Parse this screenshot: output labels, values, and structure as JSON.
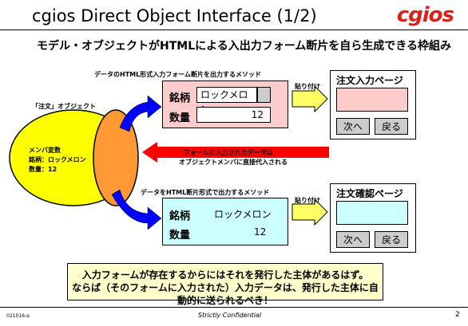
{
  "header": {
    "title": "cgios Direct Object Interface (1/2)",
    "logo": "cgios",
    "subtitle": "モデル・オブジェクトがHTMLによる入出力フォーム断片を自ら生成できる枠組み"
  },
  "object": {
    "caption": "「注文」オブジェクト",
    "line1": "メンバ変数",
    "line2": "銘柄：ロックメロン",
    "line3": "数量：12"
  },
  "input_form": {
    "caption": "データのHTML形式入力フォーム断片を出力するメソッド",
    "field1_label": "銘柄",
    "field1_value": "ロックメロン",
    "field2_label": "数量",
    "field2_value": "12"
  },
  "output_form": {
    "caption": "データをHTML断片形式で出力するメソッド",
    "field1_label": "銘柄",
    "field1_value": "ロックメロン",
    "field2_label": "数量",
    "field2_value": "12"
  },
  "paste1": "貼り付け",
  "paste2": "貼り付け",
  "back_arrow": {
    "line1": "フォームに入力されたデータは",
    "line2": "オブジェクトメンバに直接代入される"
  },
  "order_page": {
    "title": "注文入力ページ",
    "next": "次へ",
    "back": "戻る"
  },
  "confirm_page": {
    "title": "注文確認ページ",
    "next": "次へ",
    "back": "戻る"
  },
  "note": {
    "line1": "入力フォームが存在するからにはそれを発行した主体があるはず。",
    "line2": "ならば（そのフォームに入力された）入力データは、発行した主体に自動的に送られるべき！"
  },
  "footer": {
    "left": "021016-a",
    "center": "Strictly Confidential",
    "page": "2"
  },
  "colors": {
    "pink": "#ffcccc",
    "cyan": "#ccffff",
    "yellow": "#ffffcc",
    "blue_arrow": "#0000ff",
    "red_arrow": "#ff0000",
    "orange": "#ff9933",
    "ellipse_yellow": "#ffff00"
  }
}
